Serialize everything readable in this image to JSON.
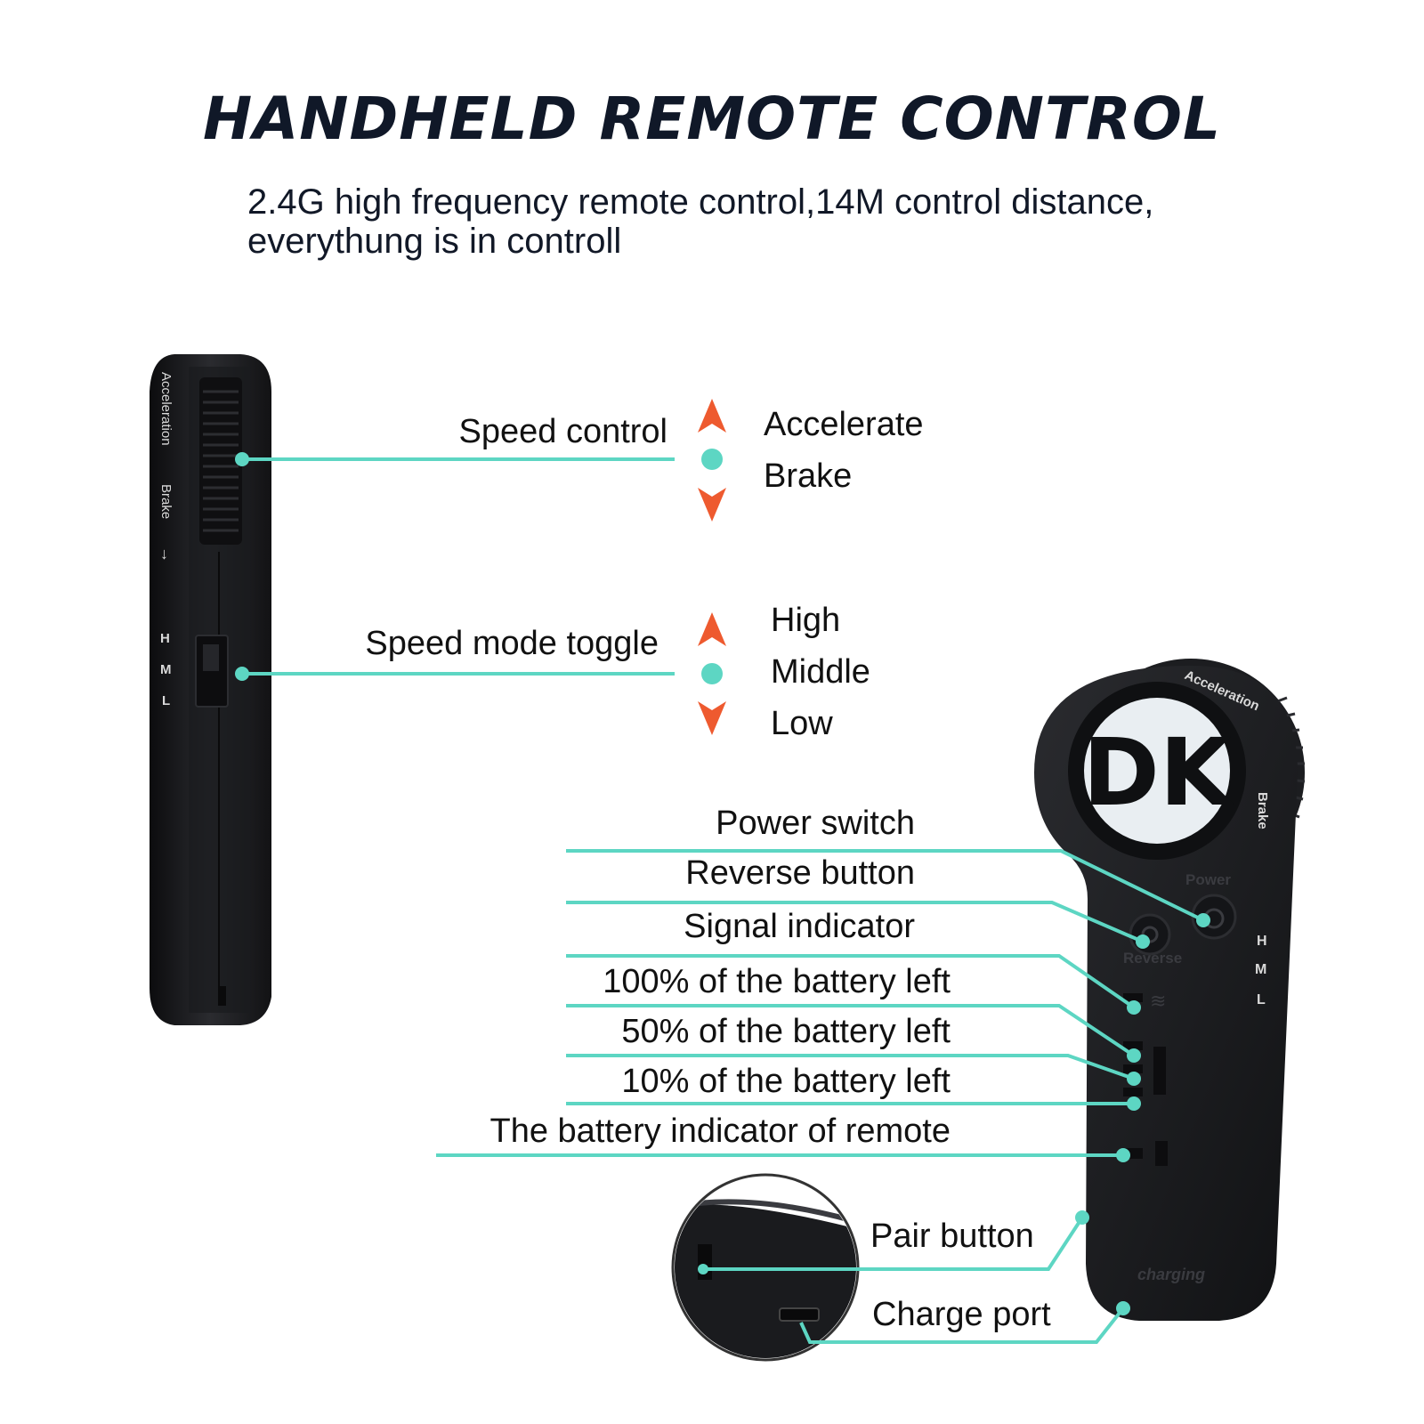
{
  "title": "HANDHELD REMOTE CONTROL",
  "subtitle": "2.4G high frequency remote control,14M control distance, everythung is in controll",
  "colors": {
    "accent_line": "#5dd6c3",
    "arrow": "#ee5a2f",
    "device": "#1c1d20",
    "title": "#101828"
  },
  "device_side": {
    "printed_acceleration": "Acceleration",
    "printed_brake": "Brake",
    "printed_h": "H",
    "printed_m": "M",
    "printed_l": "L"
  },
  "device_front": {
    "logo": "DK",
    "printed_acceleration": "Acceleration",
    "printed_brake": "Brake",
    "printed_power": "Power",
    "printed_reverse": "Reverse",
    "printed_charging": "charging",
    "printed_h": "H",
    "printed_m": "M",
    "printed_l": "L"
  },
  "speed_control": {
    "label": "Speed control",
    "up": "Accelerate",
    "down": "Brake"
  },
  "speed_mode": {
    "label": "Speed mode toggle",
    "high": "High",
    "middle": "Middle",
    "low": "Low"
  },
  "callouts": {
    "power_switch": "Power switch",
    "reverse_button": "Reverse button",
    "signal_indicator": "Signal indicator",
    "battery_100": "100% of the battery left",
    "battery_50": "50% of the battery left",
    "battery_10": "10% of the battery left",
    "remote_battery": "The battery indicator of remote",
    "pair_button": "Pair button",
    "charge_port": "Charge port"
  }
}
